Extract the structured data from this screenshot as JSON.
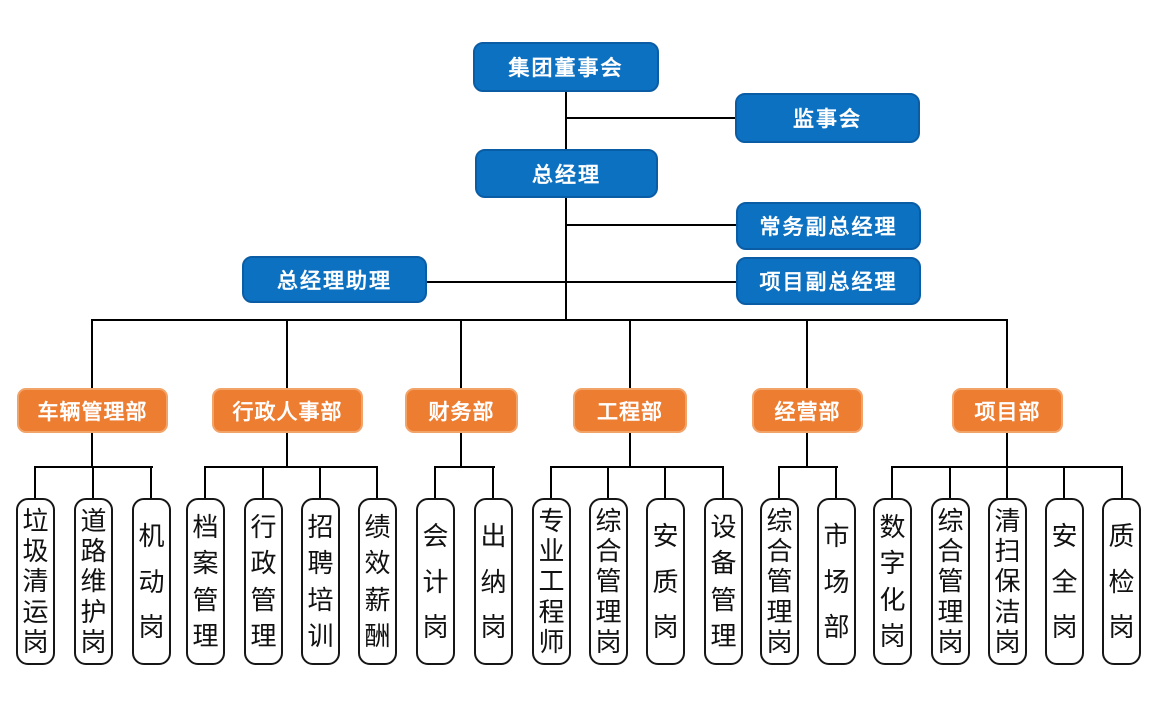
{
  "colors": {
    "blue": "#0d71c2",
    "blue-border": "#0a5da5",
    "orange": "#ed7d31",
    "orange-border": "#f2a368",
    "line": "#000000",
    "text-light": "#ffffff",
    "text-dark": "#111111"
  },
  "top": {
    "board": "集团董事会",
    "supervisory": "监事会",
    "general_manager": "总经理",
    "executive_deputy_gm": "常务副总经理",
    "gm_assistant": "总经理助理",
    "project_deputy_gm": "项目副总经理"
  },
  "departments": [
    {
      "label": "车辆管理部",
      "positions": [
        "垃圾清运岗",
        "道路维护岗",
        "机动岗"
      ]
    },
    {
      "label": "行政人事部",
      "positions": [
        "档案管理",
        "行政管理",
        "招聘培训",
        "绩效薪酬"
      ]
    },
    {
      "label": "财务部",
      "positions": [
        "会计岗",
        "出纳岗"
      ]
    },
    {
      "label": "工程部",
      "positions": [
        "专业工程师",
        "综合管理岗",
        "安质岗",
        "设备管理"
      ]
    },
    {
      "label": "经营部",
      "positions": [
        "综合管理岗",
        "市场部"
      ]
    },
    {
      "label": "项目部",
      "positions": [
        "数字化岗",
        "综合管理岗",
        "清扫保洁岗",
        "安全岗",
        "质检岗"
      ]
    }
  ]
}
